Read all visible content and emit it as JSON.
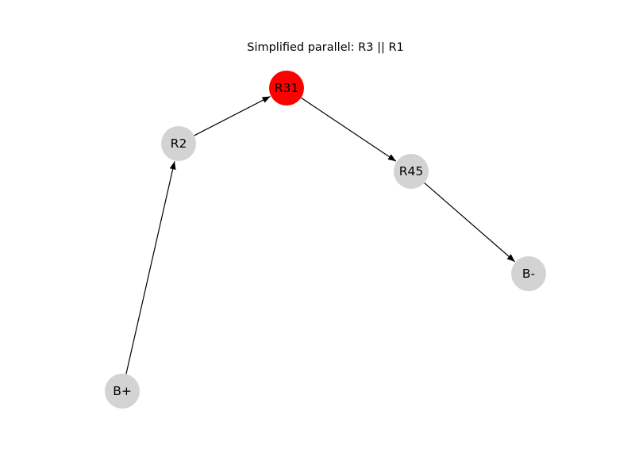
{
  "title": "Simplified parallel: R3 || R1",
  "colors": {
    "default_node": "#d3d3d3",
    "highlight_node": "#ff0000",
    "edge": "#000000"
  },
  "nodes": [
    {
      "id": "R31",
      "label": "R31",
      "highlighted": true
    },
    {
      "id": "R2",
      "label": "R2",
      "highlighted": false
    },
    {
      "id": "R45",
      "label": "R45",
      "highlighted": false
    },
    {
      "id": "B-",
      "label": "B-",
      "highlighted": false
    },
    {
      "id": "B+",
      "label": "B+",
      "highlighted": false
    }
  ],
  "edges": [
    {
      "from": "B+",
      "to": "R2"
    },
    {
      "from": "R2",
      "to": "R31"
    },
    {
      "from": "R31",
      "to": "R45"
    },
    {
      "from": "R45",
      "to": "B-"
    }
  ]
}
